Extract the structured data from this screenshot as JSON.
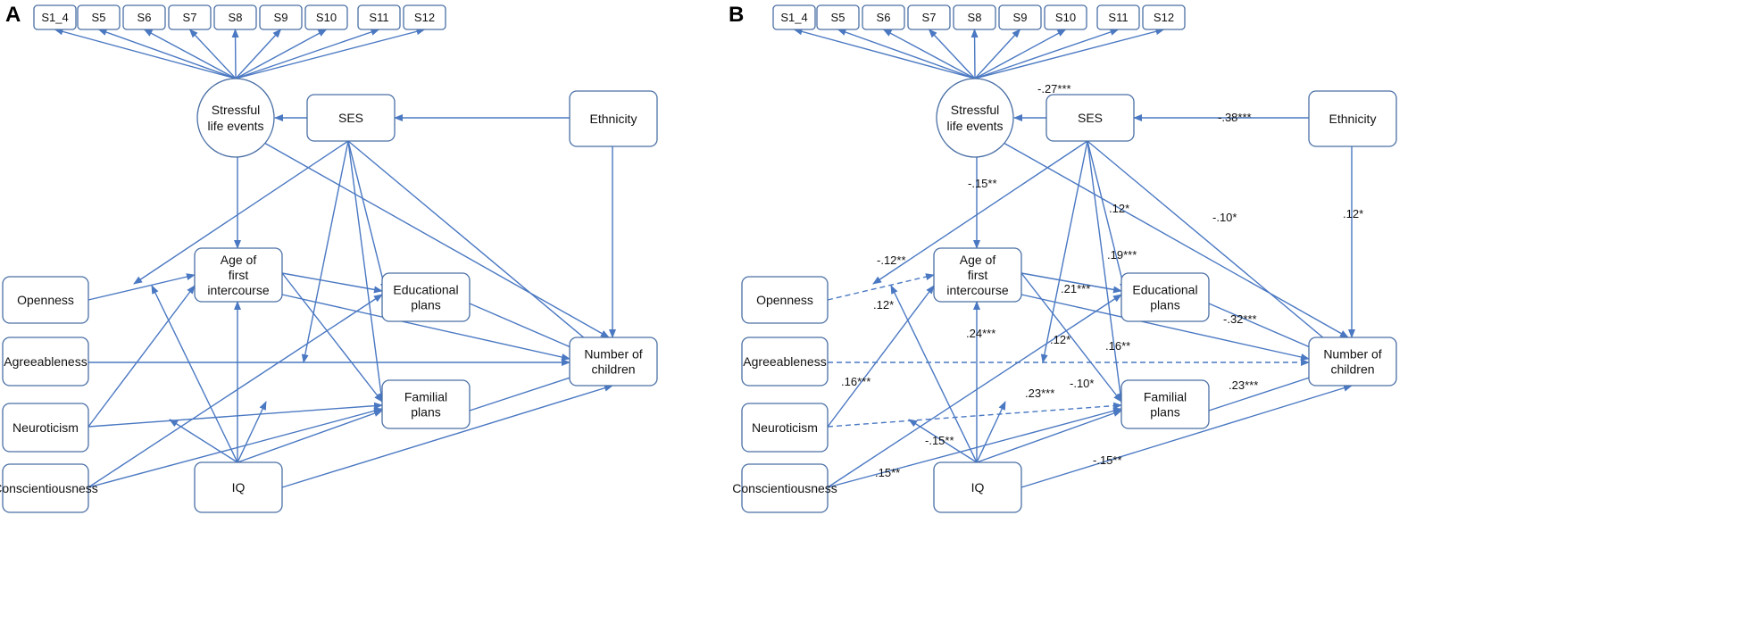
{
  "panels": [
    {
      "id": "A",
      "label": "A"
    },
    {
      "id": "B",
      "label": "B"
    }
  ],
  "nodes": {
    "items": [
      "S1_4",
      "S5",
      "S6",
      "S7",
      "S8",
      "S9",
      "S10",
      "S11",
      "S12"
    ],
    "stress": [
      "Stressful",
      "life events"
    ],
    "ses": "SES",
    "ethnicity": "Ethnicity",
    "age": [
      "Age of",
      "first",
      "intercourse"
    ],
    "edu": [
      "Educational",
      "plans"
    ],
    "fam": [
      "Familial",
      "plans"
    ],
    "children": [
      "Number of",
      "children"
    ],
    "openness": "Openness",
    "agree": "Agreeableness",
    "neuro": "Neuroticism",
    "consc": "Conscientiousness",
    "iq": "IQ"
  },
  "coefficients": {
    "stress_ses": "-.27***",
    "ses_ethnicity": "-.38***",
    "stress_age": "-.15**",
    "ses_openness": "-.12**",
    "openness_iq": ".12*",
    "stress_children": ".12*",
    "ses_children": "-.10*",
    "ethnicity_children": ".12*",
    "ses_fam": ".19***",
    "age_edu": ".21***",
    "edu_children": "-.32***",
    "iq_age": ".24***",
    "ses_agree": ".12*",
    "neuro_age": ".16***",
    "ses_fam2": ".16**",
    "age_fam": "-.10*",
    "iq_edu": ".23***",
    "fam_children": ".23***",
    "iq_neuro": "-.15**",
    "consc_iq": ".15**",
    "iq_children": "-.15**"
  }
}
